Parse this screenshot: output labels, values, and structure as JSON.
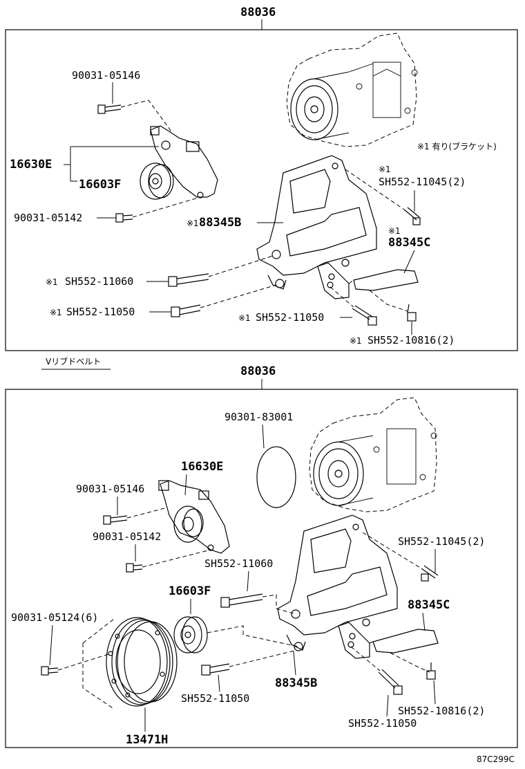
{
  "footer_code": "87C299C",
  "panel1": {
    "assembly_no": "88036",
    "labels": {
      "bolt_top": "90031-05146",
      "tensioner": "16630E",
      "idler": "16603F",
      "bolt_mid": "90031-05142",
      "bracket_b": "88345B",
      "bracket_b_mark": "※1",
      "bracket_note": "※1  有り(ブラケット)",
      "sh_11045_mark": "※1",
      "sh_11045": "SH552-11045(2)",
      "bracket_c_mark": "※1",
      "bracket_c": "88345C",
      "sh_11060_mark": "※1",
      "sh_11060": "SH552-11060",
      "sh_11050a_mark": "※1",
      "sh_11050a": "SH552-11050",
      "sh_11050b_mark": "※1",
      "sh_11050b": "SH552-11050",
      "sh_10816_mark": "※1",
      "sh_10816": "SH552-10816(2)"
    }
  },
  "section_title": "Vリブドベルト",
  "panel2": {
    "assembly_no": "88036",
    "labels": {
      "gasket": "90301-83001",
      "tensioner": "16630E",
      "bolt_top": "90031-05146",
      "bolt_mid": "90031-05142",
      "sh_11045": "SH552-11045(2)",
      "sh_11060": "SH552-11060",
      "idler": "16603F",
      "bracket_c": "88345C",
      "bolt_pulley": "90031-05124(6)",
      "bracket_b": "88345B",
      "sh_11050a": "SH552-11050",
      "sh_10816": "SH552-10816(2)",
      "sh_11050b": "SH552-11050",
      "pulley": "13471H"
    }
  }
}
